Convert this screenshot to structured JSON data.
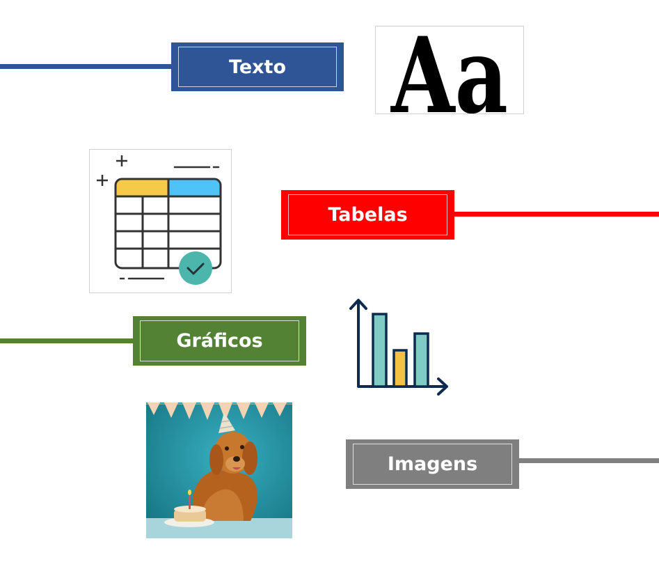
{
  "labels": {
    "text": "Texto",
    "tables": "Tabelas",
    "charts": "Gráficos",
    "images": "Imagens"
  },
  "font_sample": "Aa",
  "colors": {
    "text": "#2F5597",
    "tables": "#FF0000",
    "charts": "#548235",
    "images": "#7F7F7F"
  },
  "icons": {
    "text": "font-sample-icon",
    "tables": "table-check-icon",
    "charts": "bar-chart-icon",
    "images": "dog-birthday-photo"
  }
}
